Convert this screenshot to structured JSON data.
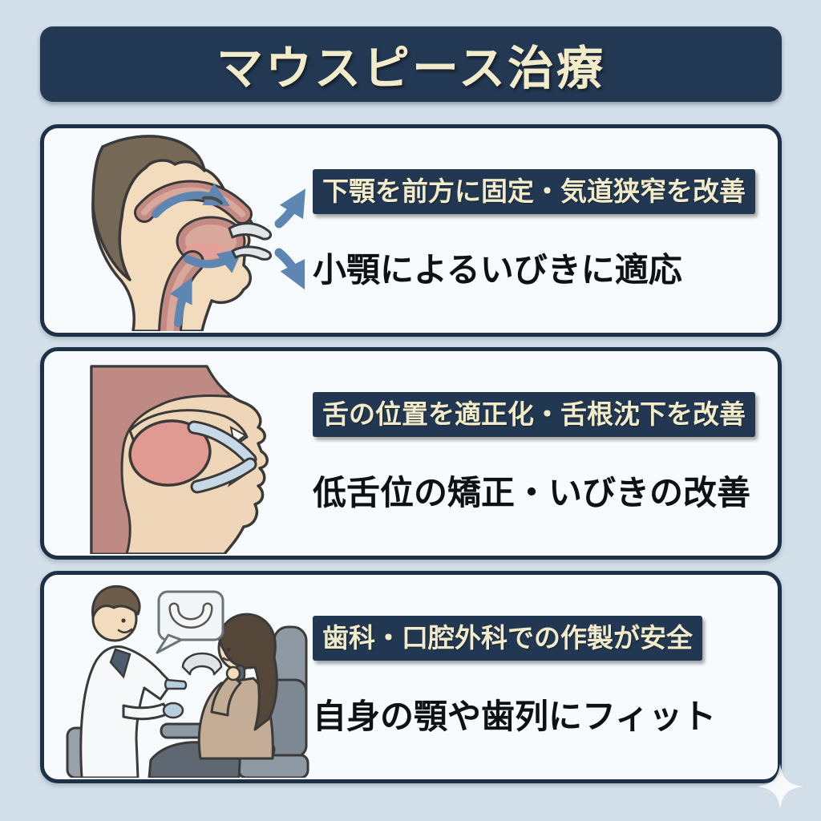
{
  "header": {
    "title": "マウスピース治療"
  },
  "cards": [
    {
      "badge": "下顎を前方に固定・気道狭窄を改善",
      "text": "小顎によるいびきに適応",
      "illustration": "head-profile-airway-with-mouthpiece"
    },
    {
      "badge": "舌の位置を適正化・舌根沈下を改善",
      "text": "低舌位の矯正・いびきの改善",
      "illustration": "mouth-cross-section-tongue-mouthpiece"
    },
    {
      "badge": "歯科・口腔外科での作製が安全",
      "text": "自身の顎や歯列にフィット",
      "illustration": "dentist-showing-mouthpiece-to-patient"
    }
  ],
  "decorations": {
    "bottom_right": "four-point-sparkle"
  },
  "colors": {
    "background": "#d3dfe8",
    "panel_navy": "#233852",
    "card_border_navy": "#1d3048",
    "card_background": "#f8fbfd",
    "title_cream": "#f2ecca",
    "body_text": "#0d1014",
    "airflow_arrow_blue": "#5d86b3"
  }
}
